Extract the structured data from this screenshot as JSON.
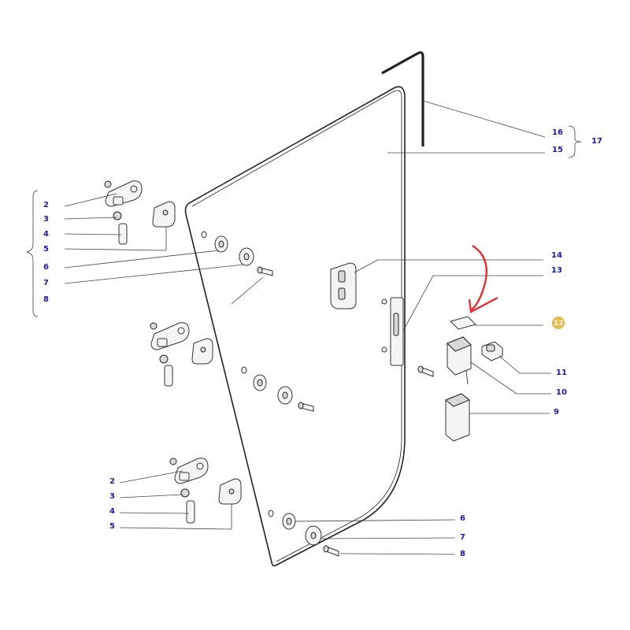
{
  "colors": {
    "callout_text": "#1a1aa0",
    "highlight_badge": "#e8b94a",
    "arrow": "#e03030"
  },
  "callouts": {
    "c2_upper": "2",
    "c3_upper": "3",
    "c4_upper": "4",
    "c5_upper": "5",
    "c6_upper": "6",
    "c7_upper": "7",
    "c8_upper": "8",
    "c2_lower": "2",
    "c3_lower": "3",
    "c4_lower": "4",
    "c5_lower": "5",
    "c6_lower": "6",
    "c7_lower": "7",
    "c8_lower": "8",
    "c9": "9",
    "c10": "10",
    "c11": "11",
    "c12": "12",
    "c13": "13",
    "c14": "14",
    "c15": "15",
    "c16": "16",
    "c17": "17"
  }
}
